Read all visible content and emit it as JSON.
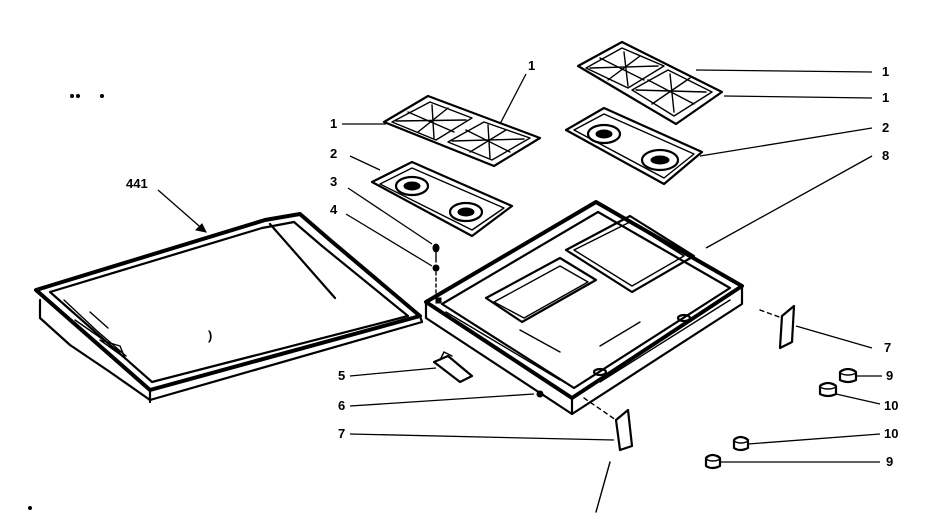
{
  "callouts": [
    {
      "id": "c441",
      "text": "441"
    },
    {
      "id": "c1a",
      "text": "1"
    },
    {
      "id": "c1b",
      "text": "1"
    },
    {
      "id": "c1c",
      "text": "1"
    },
    {
      "id": "c1d",
      "text": "1"
    },
    {
      "id": "c2a",
      "text": "2"
    },
    {
      "id": "c2b",
      "text": "2"
    },
    {
      "id": "c3",
      "text": "3"
    },
    {
      "id": "c4",
      "text": "4"
    },
    {
      "id": "c5",
      "text": "5"
    },
    {
      "id": "c6",
      "text": "6"
    },
    {
      "id": "c7a",
      "text": "7"
    },
    {
      "id": "c7b",
      "text": "7"
    },
    {
      "id": "c8",
      "text": "8"
    },
    {
      "id": "c9a",
      "text": "9"
    },
    {
      "id": "c9b",
      "text": "9"
    },
    {
      "id": "c10a",
      "text": "10"
    },
    {
      "id": "c10b",
      "text": "10"
    }
  ],
  "lid_mark": ")"
}
